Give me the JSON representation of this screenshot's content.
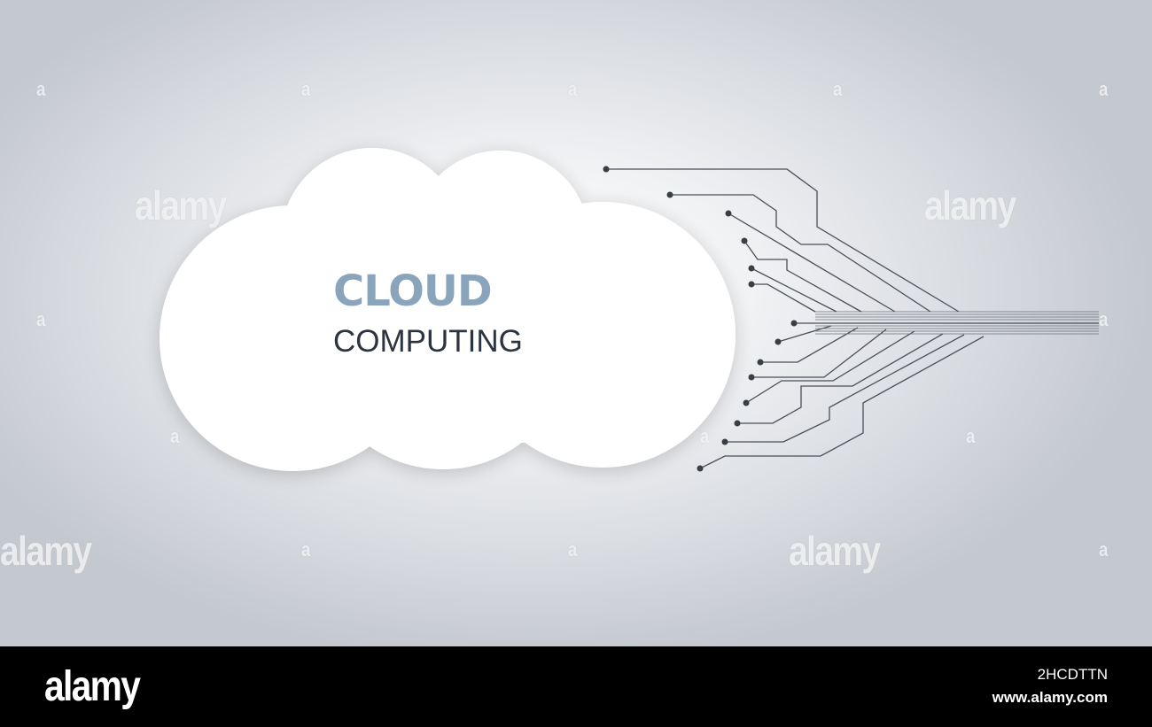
{
  "artwork": {
    "title": "CLOUD",
    "subtitle": "COMPUTING",
    "cloud_color": "#ffffff",
    "title_color": "#8aa4bc",
    "subtitle_color": "#2c3440",
    "circuit_color": "#3a3f47"
  },
  "watermark": {
    "text": "alamy",
    "mark": "a"
  },
  "footer": {
    "logo": "alamy",
    "image_id": "2HCDTTN",
    "url": "www.alamy.com"
  }
}
